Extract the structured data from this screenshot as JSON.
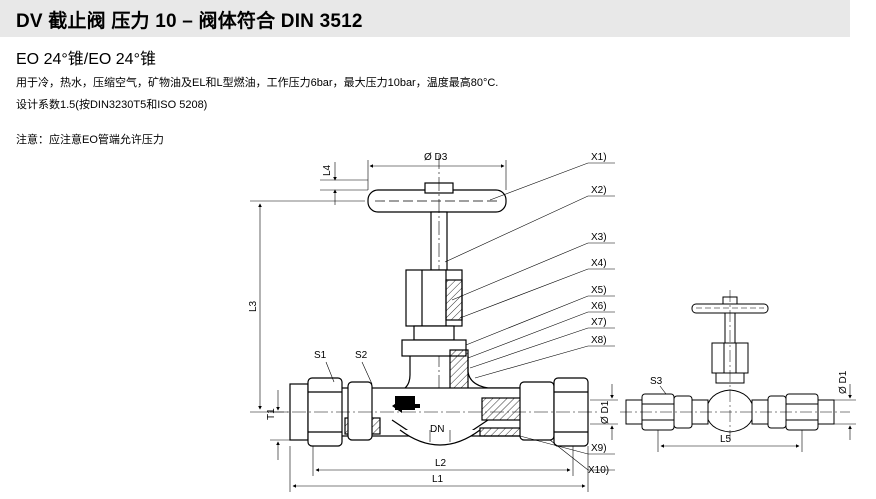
{
  "header": {
    "title": "DV 截止阀 压力 10 – 阀体符合 DIN 3512",
    "subtitle": "EO 24°锥/EO 24°锥"
  },
  "description": {
    "line1": "用于冷，热水，压缩空气，矿物油及EL和L型燃油，工作压力6bar，最大压力10bar，温度最高80°C.",
    "line2": "设计系数1.5(按DIN3230T5和ISO 5208)",
    "note": "注意：应注意EO管端允许压力"
  },
  "drawing": {
    "labels": {
      "d3": "Ø D3",
      "l4": "L4",
      "l3": "L3",
      "t1": "T1",
      "l2": "L2",
      "l1": "L1",
      "dn": "DN",
      "d1": "Ø D1",
      "s1": "S1",
      "s2": "S2",
      "s3": "S3",
      "l5": "L5",
      "d1b": "Ø D1"
    },
    "callouts": [
      "X1)",
      "X2)",
      "X3)",
      "X4)",
      "X5)",
      "X6)",
      "X7)",
      "X8)",
      "X9)",
      "X10)"
    ]
  }
}
